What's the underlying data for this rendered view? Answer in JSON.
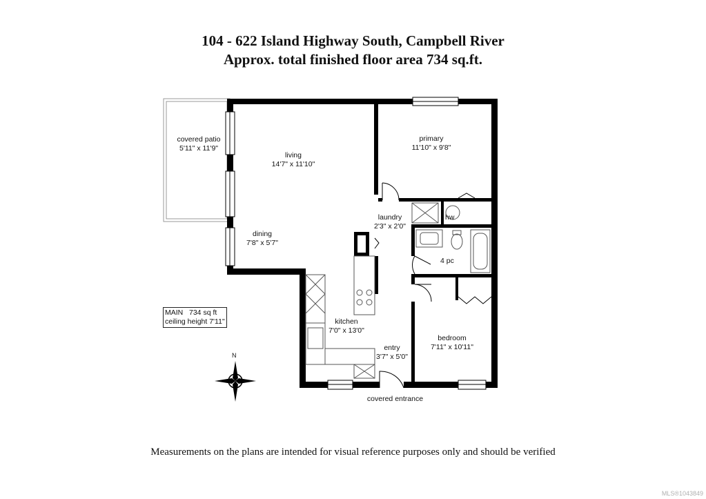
{
  "header": {
    "title_line1": "104 - 622 Island Highway South, Campbell River",
    "title_line2": "Approx. total finished floor area 734 sq.ft."
  },
  "rooms": {
    "covered_patio": {
      "name": "covered patio",
      "size": "5'11\" x 11'9\""
    },
    "living": {
      "name": "living",
      "size": "14'7\" x 11'10\""
    },
    "primary": {
      "name": "primary",
      "size": "11'10\" x 9'8\""
    },
    "laundry": {
      "name": "laundry",
      "size": "2'3\" x 2'0\""
    },
    "hw": {
      "name": "hw"
    },
    "dining": {
      "name": "dining",
      "size": "7'8\" x 5'7\""
    },
    "bath": {
      "name": "4 pc"
    },
    "kitchen": {
      "name": "kitchen",
      "size": "7'0\" x 13'0\""
    },
    "bedroom": {
      "name": "bedroom",
      "size": "7'11\" x 10'11\""
    },
    "entry": {
      "name": "entry",
      "size": "3'7\" x 5'0\""
    },
    "covered_entrance": {
      "name": "covered entrance"
    }
  },
  "info_box": {
    "line1": "MAIN   734 sq ft",
    "line2": "ceiling height 7'11\""
  },
  "compass": {
    "north_label": "N"
  },
  "footer": {
    "disclaimer": "Measurements on the plans are intended for visual reference purposes only and should be verified",
    "mls": "MLS®1043849"
  }
}
